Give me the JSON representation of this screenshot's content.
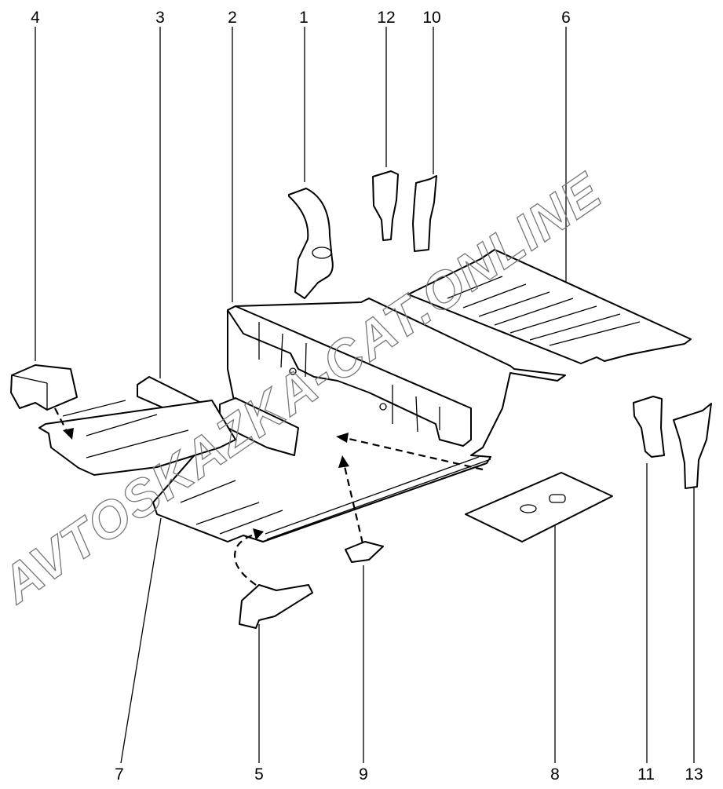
{
  "callouts": {
    "top": [
      "4",
      "3",
      "2",
      "1",
      "12",
      "10",
      "6"
    ],
    "bottom": [
      "7",
      "5",
      "9",
      "8",
      "11",
      "13"
    ]
  },
  "watermark": "AVTOSKAZKA-CAT.ONLINE"
}
